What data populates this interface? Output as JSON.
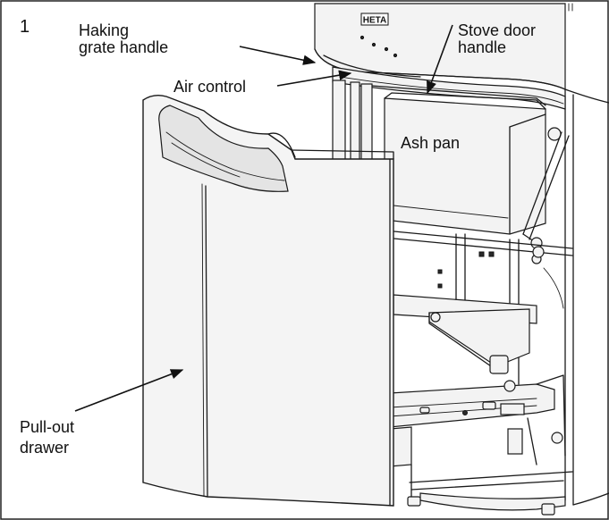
{
  "figure_number": "1",
  "brand_logo": "HETA",
  "labels": {
    "haking_grate_handle": [
      "Haking",
      "grate handle"
    ],
    "air_control": "Air control",
    "stove_door_handle": [
      "Stove door",
      "handle"
    ],
    "ash_pan": "Ash pan",
    "pull_out_drawer": [
      "Pull-out",
      "drawer"
    ]
  }
}
